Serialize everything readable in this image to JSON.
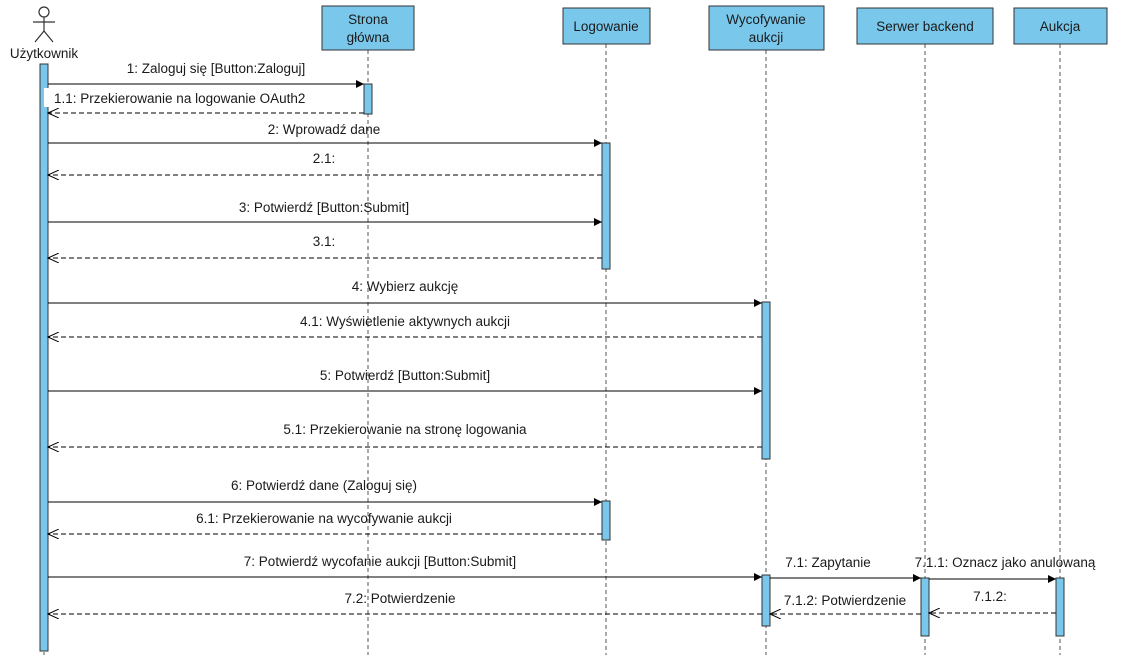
{
  "diagram": {
    "actor": {
      "id": "user",
      "label": "Użytkownik"
    },
    "participants": [
      {
        "id": "home",
        "lines": [
          "Strona",
          "główna"
        ]
      },
      {
        "id": "login",
        "lines": [
          "Logowanie"
        ]
      },
      {
        "id": "withdraw",
        "lines": [
          "Wycofywanie",
          "aukcji"
        ]
      },
      {
        "id": "backend",
        "lines": [
          "Serwer backend"
        ]
      },
      {
        "id": "auction",
        "lines": [
          "Aukcja"
        ]
      }
    ],
    "messages": [
      {
        "from": "user",
        "to": "home",
        "kind": "sync",
        "label": "1: Zaloguj się [Button:Zaloguj]"
      },
      {
        "from": "home",
        "to": "user",
        "kind": "return",
        "label": "1.1: Przekierowanie na logowanie OAuth2"
      },
      {
        "from": "user",
        "to": "login",
        "kind": "sync",
        "label": "2: Wprowadź dane"
      },
      {
        "from": "login",
        "to": "user",
        "kind": "return",
        "label": "2.1:"
      },
      {
        "from": "user",
        "to": "login",
        "kind": "sync",
        "label": "3: Potwierdź [Button:Submit]"
      },
      {
        "from": "login",
        "to": "user",
        "kind": "return",
        "label": "3.1:"
      },
      {
        "from": "user",
        "to": "withdraw",
        "kind": "sync",
        "label": "4: Wybierz aukcję"
      },
      {
        "from": "withdraw",
        "to": "user",
        "kind": "return",
        "label": "4.1: Wyświetlenie aktywnych aukcji"
      },
      {
        "from": "user",
        "to": "withdraw",
        "kind": "sync",
        "label": "5: Potwierdź [Button:Submit]"
      },
      {
        "from": "withdraw",
        "to": "user",
        "kind": "return",
        "label": "5.1: Przekierowanie na stronę logowania"
      },
      {
        "from": "user",
        "to": "login",
        "kind": "sync",
        "label": "6: Potwierdź dane (Zaloguj się)"
      },
      {
        "from": "login",
        "to": "user",
        "kind": "return",
        "label": "6.1: Przekierowanie na wycofywanie aukcji"
      },
      {
        "from": "user",
        "to": "withdraw",
        "kind": "sync",
        "label": "7: Potwierdź wycofanie aukcji [Button:Submit]"
      },
      {
        "from": "withdraw",
        "to": "backend",
        "kind": "sync",
        "label": "7.1: Zapytanie"
      },
      {
        "from": "backend",
        "to": "auction",
        "kind": "sync",
        "label": "7.1.1: Oznacz jako anulowaną"
      },
      {
        "from": "auction",
        "to": "backend",
        "kind": "return",
        "label": "7.1.2:"
      },
      {
        "from": "backend",
        "to": "withdraw",
        "kind": "return",
        "label": "7.1.2: Potwierdzenie"
      },
      {
        "from": "withdraw",
        "to": "user",
        "kind": "return",
        "label": "7.2: Potwierdzenie"
      }
    ],
    "colors": {
      "participant_fill": "#79c8ec",
      "activation_fill": "#79c8ec",
      "border": "#333333",
      "line": "#000000",
      "text": "#1a1a1a"
    }
  }
}
